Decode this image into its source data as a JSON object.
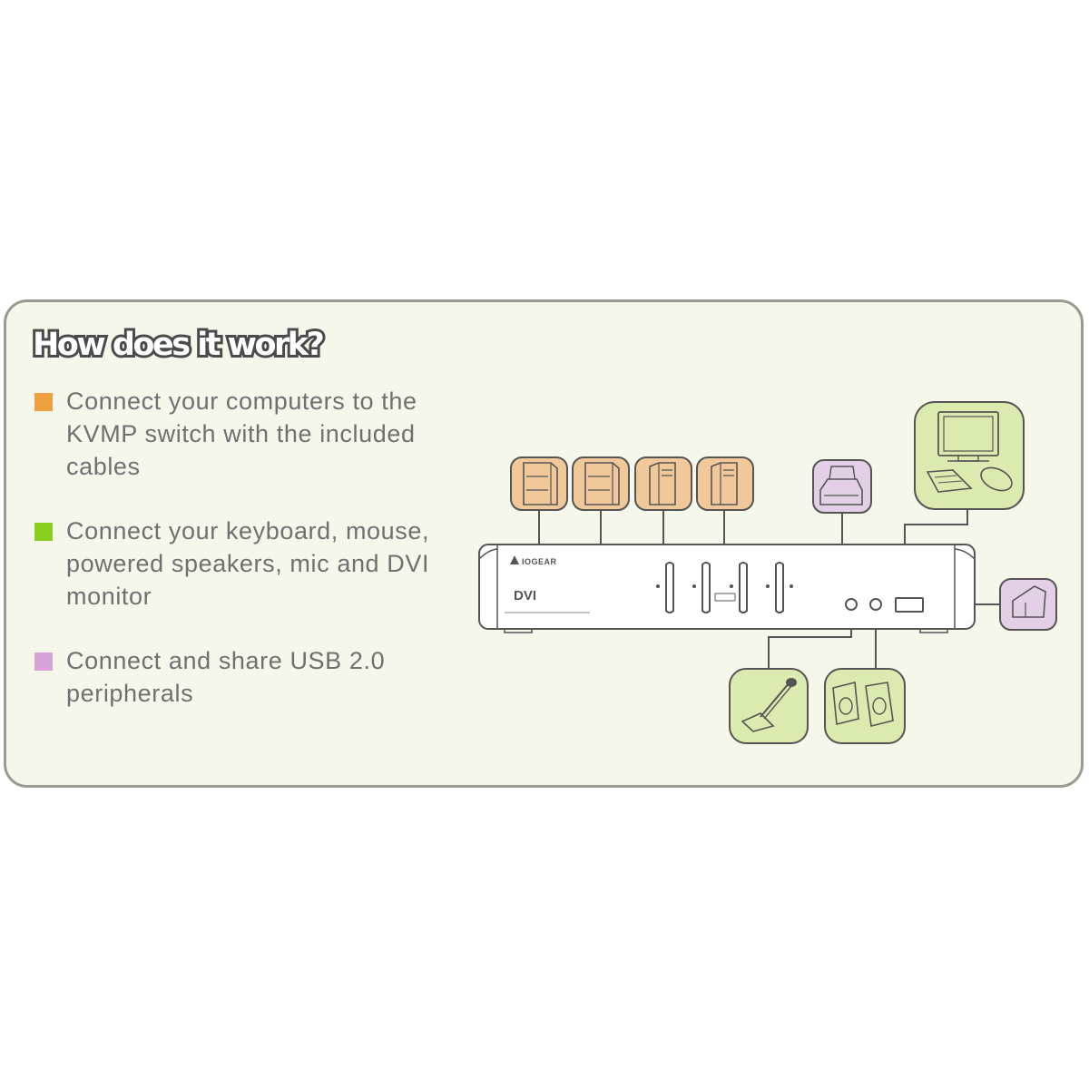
{
  "heading": "How does it work?",
  "bullets": [
    {
      "text": "Connect your computers to the KVMP switch with the included cables",
      "color": "#f0a040"
    },
    {
      "text": "Connect your keyboard, mouse, powered speakers, mic and DVI monitor",
      "color": "#88d020"
    },
    {
      "text": "Connect and share USB 2.0 peripherals",
      "color": "#d8a4d8"
    }
  ],
  "device": {
    "brand": "IOGEAR",
    "model": "DVI"
  },
  "colors": {
    "computers": "#f0c89a",
    "peripherals": "#e3d0e6",
    "console": "#dbeaae",
    "outline": "#555555",
    "panel_bg": "#f4f7ea"
  },
  "icons": {
    "computers": [
      "tower-pc-icon",
      "tower-pc-icon",
      "tower-pc-icon",
      "tower-pc-icon"
    ],
    "usb": [
      "printer-icon",
      "usb-drive-icon"
    ],
    "console": [
      "monitor-keyboard-mouse-icon",
      "microphone-icon",
      "speakers-icon"
    ]
  }
}
